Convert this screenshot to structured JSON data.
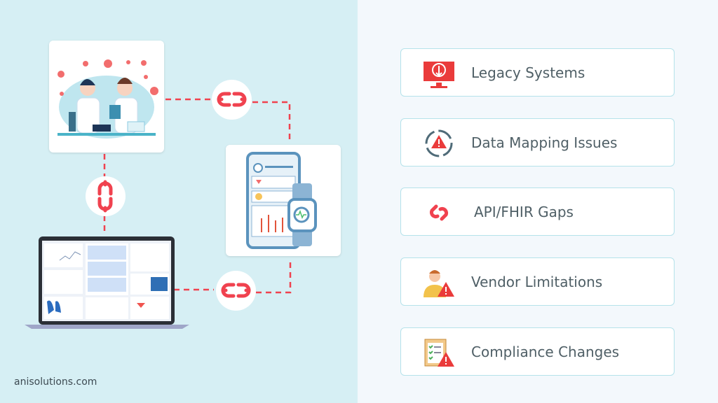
{
  "brand": "anisolutions.com",
  "colors": {
    "accent_red": "#f0424f",
    "left_bg": "#d6eff4",
    "right_bg": "#f3f8fc",
    "card_border": "#b5e2ea",
    "text": "#4f5f66"
  },
  "illustrations": [
    "scientists-lab-illustration",
    "phone-smartwatch-health-illustration",
    "laptop-ehr-dashboard-illustration"
  ],
  "connectors": [
    "broken-link-icon",
    "broken-link-icon",
    "broken-link-icon"
  ],
  "challenges": [
    {
      "label": "Legacy Systems",
      "icon": "legacy-monitor-gear-icon"
    },
    {
      "label": "Data Mapping Issues",
      "icon": "sync-warning-icon"
    },
    {
      "label": "API/FHIR Gaps",
      "icon": "broken-link-icon"
    },
    {
      "label": "Vendor Limitations",
      "icon": "person-warning-icon"
    },
    {
      "label": "Compliance Changes",
      "icon": "checklist-warning-icon"
    }
  ]
}
